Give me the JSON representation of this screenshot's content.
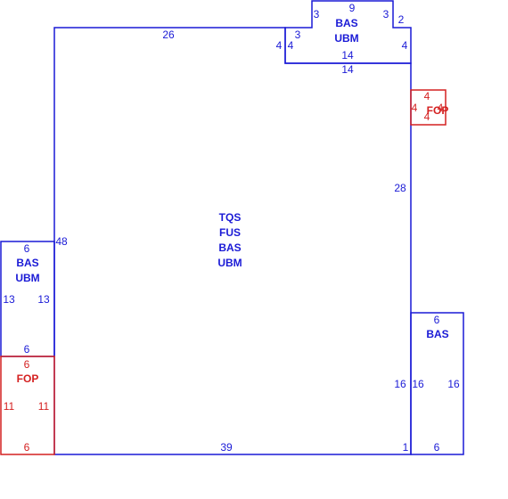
{
  "colors": {
    "blue": "#1a1ad6",
    "red": "#d42020"
  },
  "main_room": {
    "labels": [
      "TQS",
      "FUS",
      "BAS",
      "UBM"
    ],
    "top_dim": "26",
    "left_dim": "48",
    "right_upper_dim": "28",
    "right_lower_dim": "16",
    "bottom_dim": "39",
    "corner_dim": "1"
  },
  "top_notch": {
    "labels": [
      "BAS",
      "UBM"
    ],
    "top_dim": "9",
    "left_upper_dim": "3",
    "right_upper_dim": "3",
    "outer_right_dim": "2",
    "step_left_dim": "3",
    "left_outer_dim": "4",
    "left_inner_dim": "4",
    "right_dim": "4",
    "bottom_inner_dim": "14",
    "bottom_outer_dim": "14"
  },
  "fop_right": {
    "label": "FOP",
    "top_dim": "4",
    "left_dim": "4",
    "right_dim": "4",
    "bottom_dim": "4"
  },
  "left_bas": {
    "labels": [
      "BAS",
      "UBM"
    ],
    "top_dim": "6",
    "left_dim": "13",
    "right_dim": "13",
    "bottom_dim": "6"
  },
  "left_fop": {
    "label": "FOP",
    "top_dim": "6",
    "left_dim": "11",
    "right_dim": "11",
    "bottom_dim": "6"
  },
  "right_bas": {
    "label": "BAS",
    "top_dim": "6",
    "left_dim": "16",
    "right_dim": "16",
    "bottom_dim": "6"
  }
}
